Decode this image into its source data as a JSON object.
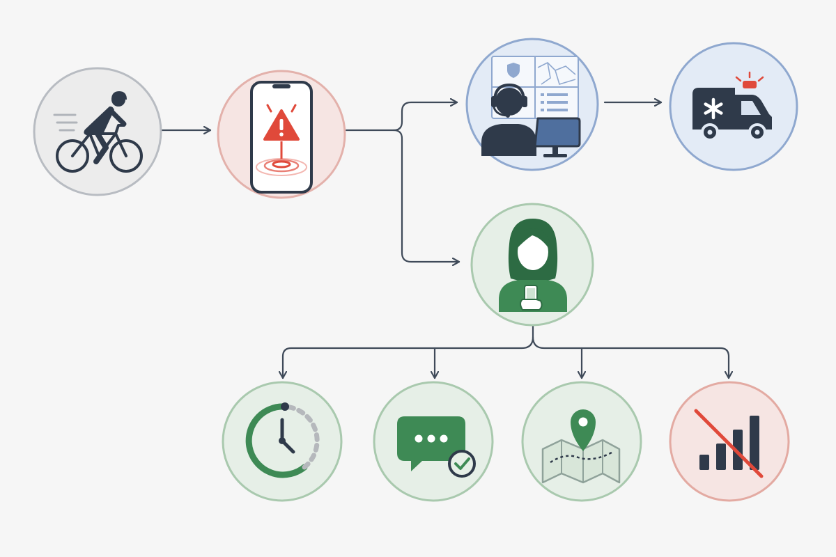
{
  "colors": {
    "background": "#f6f6f6",
    "connector": "#3f4a59",
    "dark_ink": "#2f3a4a",
    "alert_red": "#e0493a",
    "green": "#3e8a55",
    "green_dark": "#2d6b43",
    "blue_tint": "#e3ebf6",
    "green_tint": "#e6efe7",
    "red_tint": "#f6e5e3",
    "grey_tint": "#ececec"
  },
  "nodes": [
    {
      "id": "cyclist",
      "icon": "cyclist-icon",
      "border": "#b8bcc2",
      "fill": "#ececec"
    },
    {
      "id": "phone-alert",
      "icon": "phone-alert-icon",
      "border": "#e3b1ab",
      "fill": "#f6e5e3"
    },
    {
      "id": "dispatch-operator",
      "icon": "dispatch-operator-icon",
      "border": "#8fa8cf",
      "fill": "#e3ebf6"
    },
    {
      "id": "ambulance",
      "icon": "ambulance-icon",
      "border": "#8fa8cf",
      "fill": "#e3ebf6"
    },
    {
      "id": "contact-person",
      "icon": "person-phone-icon",
      "border": "#a9c9ae",
      "fill": "#e6efe7"
    },
    {
      "id": "timer",
      "icon": "timer-icon",
      "border": "#a9c9ae",
      "fill": "#e6efe7"
    },
    {
      "id": "message",
      "icon": "message-check-icon",
      "border": "#a9c9ae",
      "fill": "#e6efe7"
    },
    {
      "id": "location",
      "icon": "map-pin-icon",
      "border": "#a9c9ae",
      "fill": "#e6efe7"
    },
    {
      "id": "no-signal",
      "icon": "no-signal-icon",
      "border": "#e3aaa2",
      "fill": "#f6e5e3"
    }
  ],
  "edges": [
    {
      "from": "cyclist",
      "to": "phone-alert"
    },
    {
      "from": "phone-alert",
      "to": "dispatch-operator"
    },
    {
      "from": "phone-alert",
      "to": "contact-person"
    },
    {
      "from": "dispatch-operator",
      "to": "ambulance"
    },
    {
      "from": "contact-person",
      "to": "timer"
    },
    {
      "from": "contact-person",
      "to": "message"
    },
    {
      "from": "contact-person",
      "to": "location"
    },
    {
      "from": "contact-person",
      "to": "no-signal"
    }
  ]
}
